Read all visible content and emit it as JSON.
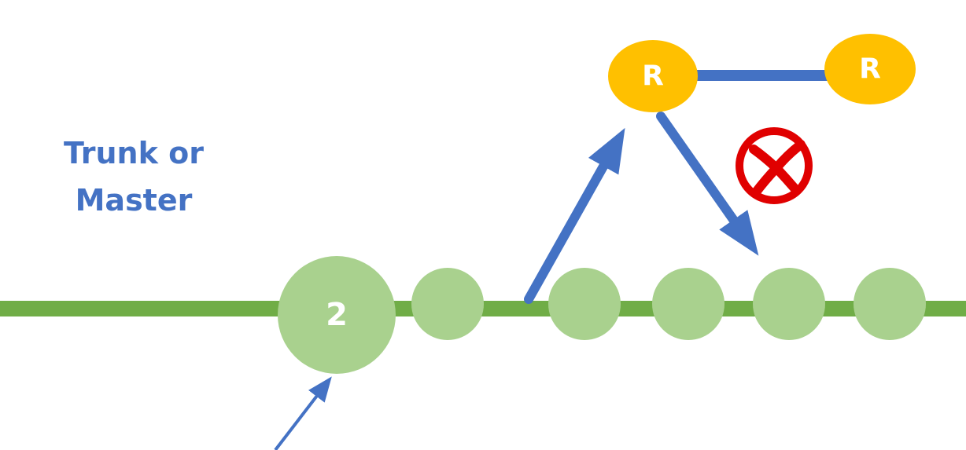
{
  "label": {
    "line1": "Trunk or",
    "line2": "Master"
  },
  "trunk_commit": {
    "label": "2"
  },
  "release_nodes": [
    {
      "label": "R"
    },
    {
      "label": "R"
    }
  ],
  "icons": {
    "rejected": "red-x-circle-icon"
  },
  "colors": {
    "trunk_line": "#70ad47",
    "commit": "#a9d18e",
    "release": "#ffc000",
    "arrow": "#4472c4",
    "label_text": "#4472c4",
    "reject": "#e00000"
  }
}
